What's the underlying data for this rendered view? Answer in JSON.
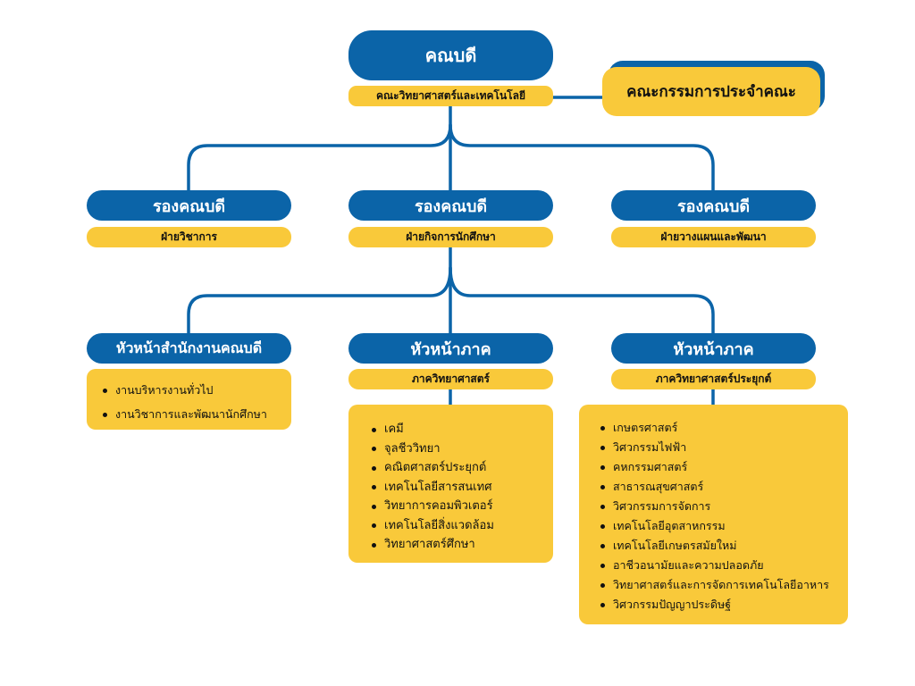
{
  "dean": {
    "title": "คณบดี",
    "faculty": "คณะวิทยาศาสตร์และเทคโนโลยี"
  },
  "committee": {
    "label": "คณะกรรมการประจำคณะ"
  },
  "deputies": [
    {
      "title": "รองคณบดี",
      "division": "ฝ่ายวิชาการ"
    },
    {
      "title": "รองคณบดี",
      "division": "ฝ่ายกิจการนักศึกษา"
    },
    {
      "title": "รองคณบดี",
      "division": "ฝ่ายวางแผนและพัฒนา"
    }
  ],
  "office_head": {
    "title": "หัวหน้าสำนักงานคณบดี",
    "items": [
      "งานบริหารงานทั่วไป",
      "งานวิชาการและพัฒนานักศึกษา"
    ]
  },
  "dept_science": {
    "title": "หัวหน้าภาค",
    "department": "ภาควิทยาศาสตร์",
    "items": [
      "เคมี",
      "จุลชีววิทยา",
      "คณิตศาสตร์ประยุกต์",
      "เทคโนโลยีสารสนเทศ",
      "วิทยาการคอมพิวเตอร์",
      "เทคโนโลยีสิ่งแวดล้อม",
      "วิทยาศาสตร์ศึกษา"
    ]
  },
  "dept_applied": {
    "title": "หัวหน้าภาค",
    "department": "ภาควิทยาศาสตร์ประยุกต์",
    "items": [
      "เกษตรศาสตร์",
      "วิศวกรรมไฟฟ้า",
      "คหกรรมศาสตร์",
      "สาธารณสุขศาสตร์",
      "วิศวกรรมการจัดการ",
      "เทคโนโลยีอุตสาหกรรม",
      "เทคโนโลยีเกษตรสมัยใหม่",
      "อาชีวอนามัยและความปลอดภัย",
      "วิทยาศาสตร์และการจัดการเทคโนโลยีอาหาร",
      "วิศวกรรมปัญญาประดิษฐ์"
    ]
  },
  "colors": {
    "blue": "#0b64a8",
    "yellow": "#f9c93a",
    "connector": "#0b64a8"
  }
}
